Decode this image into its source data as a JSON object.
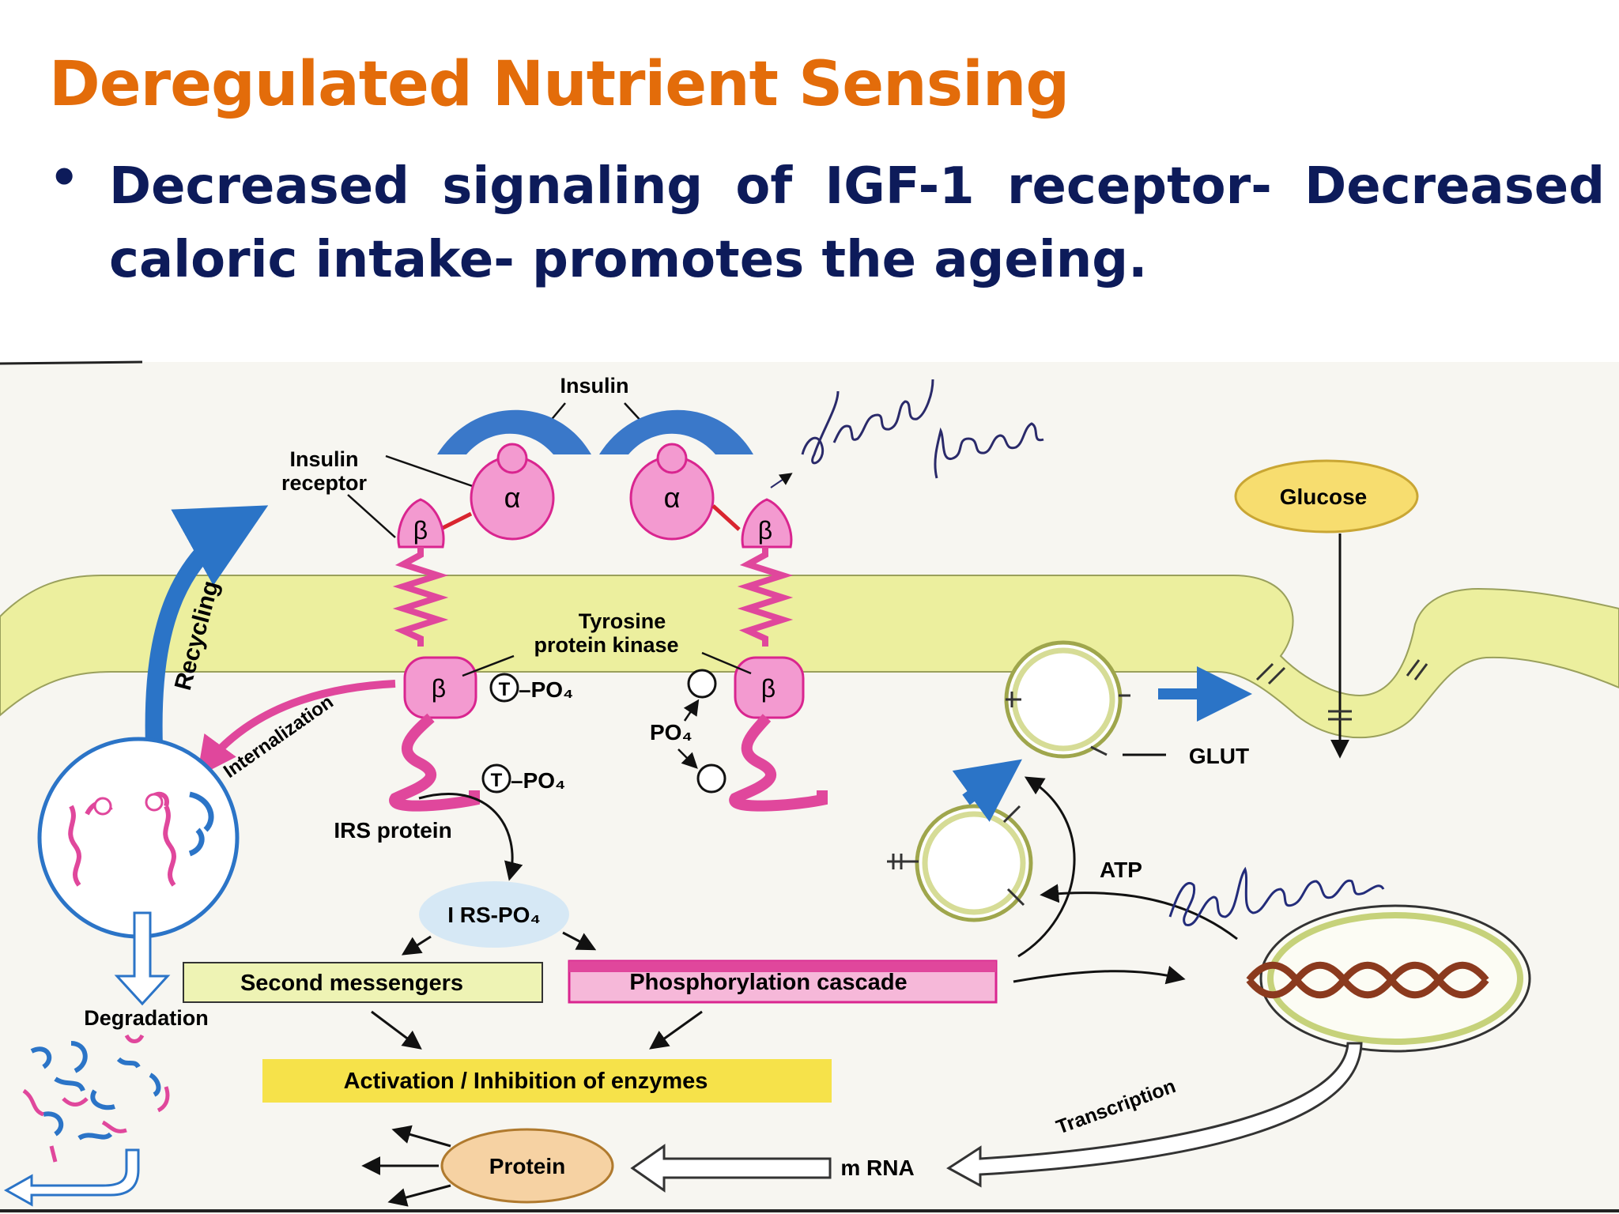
{
  "slide": {
    "title": "Deregulated Nutrient Sensing",
    "bullet": "Decreased signaling of IGF-1 receptor- Decreased caloric intake- promotes the ageing."
  },
  "figure": {
    "insulin": "Insulin",
    "insulin_receptor_line1": "Insulin",
    "insulin_receptor_line2": "receptor",
    "alpha": "α",
    "beta": "β",
    "tyrosine_line1": "Tyrosine",
    "tyrosine_line2": "protein kinase",
    "t": "T",
    "po4": "–PO₄",
    "po4_free": "PO₄",
    "recycling": "Recycling",
    "internalization": "Internalization",
    "irs_protein": "IRS protein",
    "irs_po4": "I RS-PO₄",
    "second_messengers": "Second messengers",
    "phosphorylation_cascade": "Phosphorylation cascade",
    "activation": "Activation  /  Inhibition of enzymes",
    "degradation": "Degradation",
    "protein": "Protein",
    "mrna": "m RNA",
    "transcription": "Transcription",
    "glucose": "Glucose",
    "glut": "GLUT",
    "atp": "ATP"
  },
  "colors": {
    "title": "#e36c0a",
    "bullet_text": "#0d1b5a",
    "receptor_pink": "#f39ad0",
    "receptor_outline": "#d9258f",
    "insulin_blue": "#3a78c9",
    "membrane_yellow": "#ecef9e",
    "second_messengers_fill": "#eef3b4",
    "phosphorylation_fill": "#e0479c",
    "activation_fill": "#f6e24a",
    "glucose_fill": "#f7dd6f",
    "protein_fill": "#f6d2a3"
  }
}
